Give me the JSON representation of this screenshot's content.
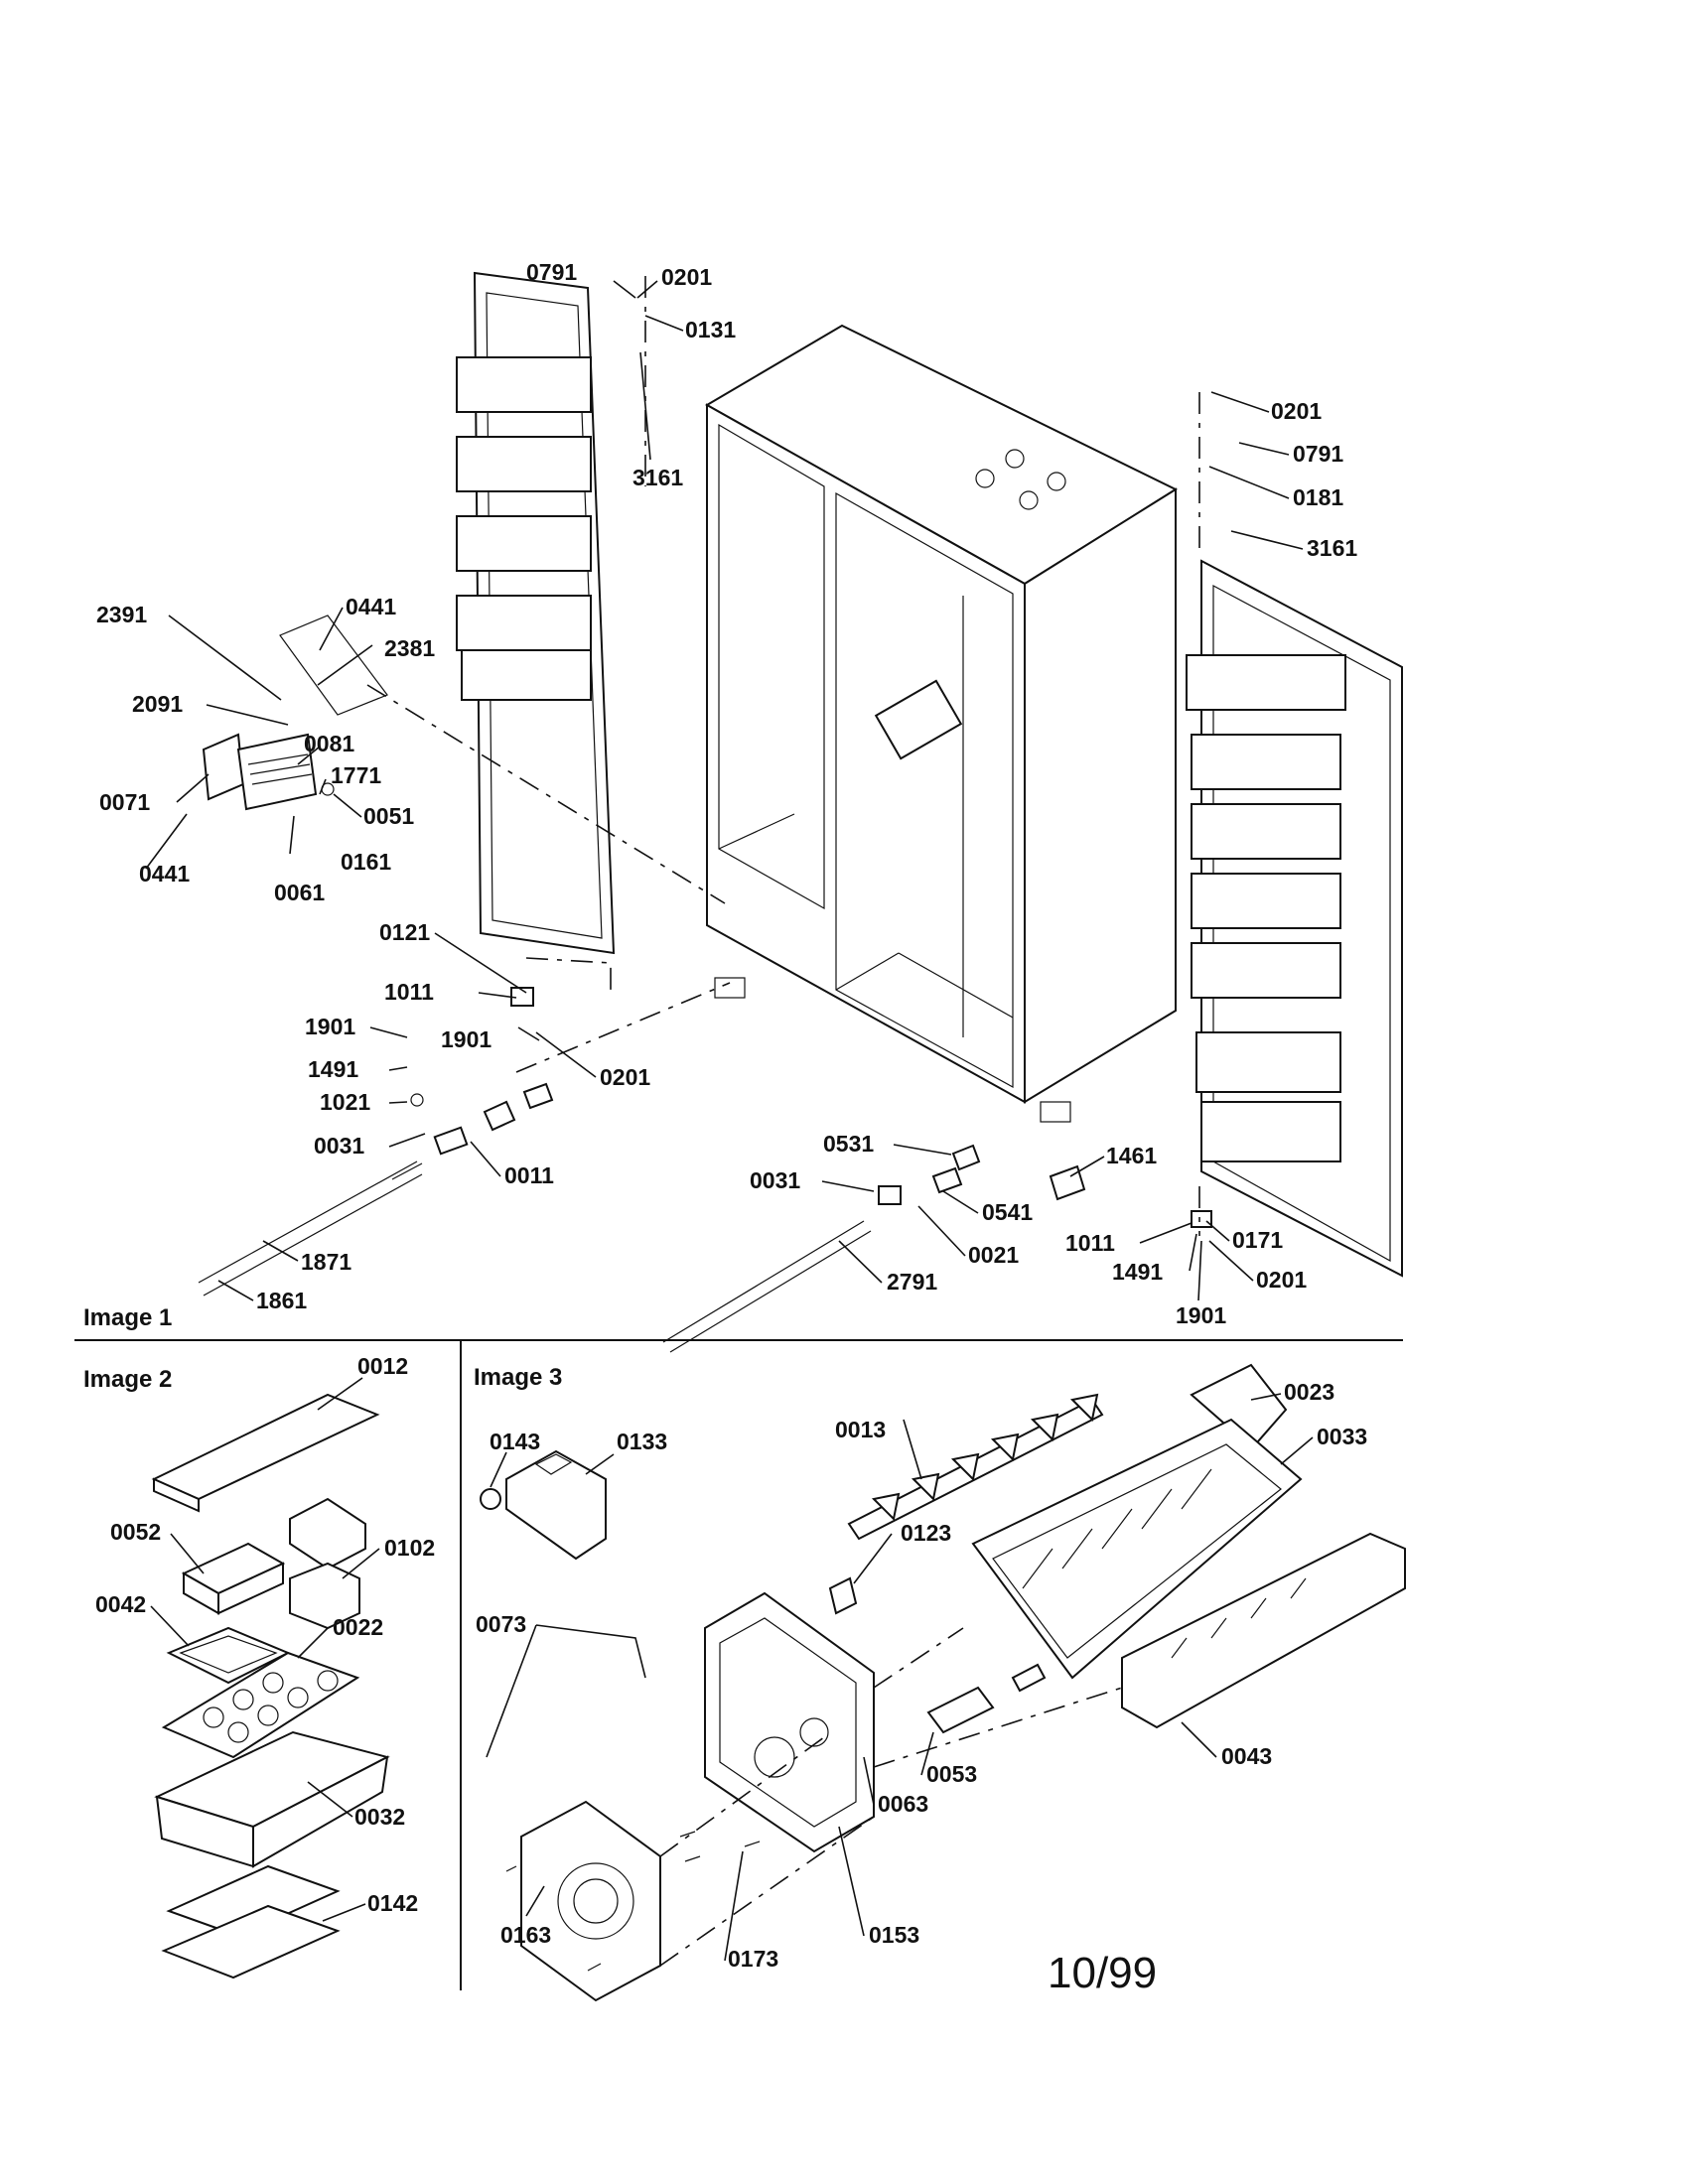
{
  "sections": [
    {
      "id": "image1",
      "title": "Image 1"
    },
    {
      "id": "image2",
      "title": "Image 2"
    },
    {
      "id": "image3",
      "title": "Image 3"
    }
  ],
  "callouts_image1": [
    "0791",
    "0201",
    "0131",
    "3161",
    "0201",
    "0791",
    "0181",
    "3161",
    "0441",
    "2391",
    "2381",
    "2091",
    "0081",
    "1771",
    "0071",
    "0051",
    "0161",
    "0441",
    "0061",
    "0121",
    "1011",
    "1901",
    "1901",
    "1491",
    "0201",
    "1021",
    "0031",
    "0011",
    "1871",
    "1861",
    "0531",
    "1461",
    "0031",
    "0541",
    "0021",
    "2791",
    "1011",
    "0171",
    "1491",
    "0201",
    "1901"
  ],
  "callouts_image2": [
    "0012",
    "0052",
    "0102",
    "0042",
    "0022",
    "0032",
    "0142"
  ],
  "callouts_image3": [
    "0143",
    "0133",
    "0013",
    "0023",
    "0033",
    "0123",
    "0073",
    "0053",
    "0063",
    "0043",
    "0163",
    "0173",
    "0153"
  ],
  "date": "10/99"
}
